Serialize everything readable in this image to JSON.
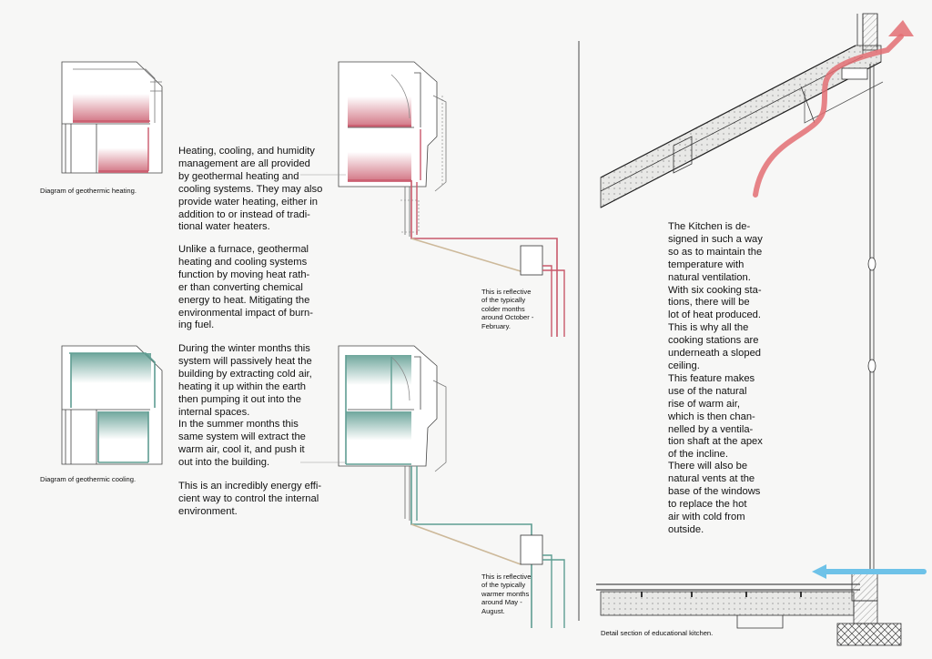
{
  "colors": {
    "heating": "#c9596b",
    "cooling": "#5f9d92",
    "ground_pipe": "#cdb99a",
    "warm_air_arrow": "#e36f73",
    "cold_air_arrow": "#6ec2e8",
    "linework": "#444444"
  },
  "captions": {
    "heating_diagram": "Diagram of geothermic heating.",
    "cooling_diagram": "Diagram of geothermic cooling.",
    "colder_months": "This is reflective\nof the typically\ncolder months\naround October -\nFebruary.",
    "warmer_months": "This is reflective\nof the typically\nwarmer months\naround May -\nAugust.",
    "kitchen_section": "Detail section of educational kitchen."
  },
  "text": {
    "paragraph_1": "Heating, cooling, and humidity\nmanagement are all provided\nby geothermal heating and\ncooling systems. They may also\nprovide water heating, either in\naddition to or instead of tradi-\ntional water heaters.",
    "paragraph_2": "Unlike a furnace, geothermal\nheating and cooling systems\nfunction by moving heat rath-\ner than converting chemical\nenergy to heat. Mitigating the\nenvironmental impact of burn-\ning fuel.",
    "paragraph_3": "During the winter months this\nsystem will passively heat the\nbuilding by extracting cold air,\nheating it up within the earth\nthen pumping it out into the\ninternal spaces.\nIn the summer months this\nsame system will extract the\nwarm air, cool it, and push it\nout into the building.",
    "paragraph_4": "This is an incredibly energy effi-\ncient way to control the internal\nenvironment.",
    "kitchen_1": "The Kitchen is de-\nsigned in such a way\nso as to maintain the\ntemperature with\nnatural ventilation.\nWith six cooking sta-\ntions, there will be\nlot of heat produced.\nThis is why all the\ncooking stations are\nunderneath a sloped\nceiling.\nThis feature makes\nuse of the natural\nrise of warm air,\nwhich is then chan-\nnelled by a ventila-\ntion shaft at the apex\nof the incline.",
    "kitchen_2": "There will also be\nnatural vents at the\nbase of the windows\nto replace the hot\nair with cold from\noutside."
  }
}
